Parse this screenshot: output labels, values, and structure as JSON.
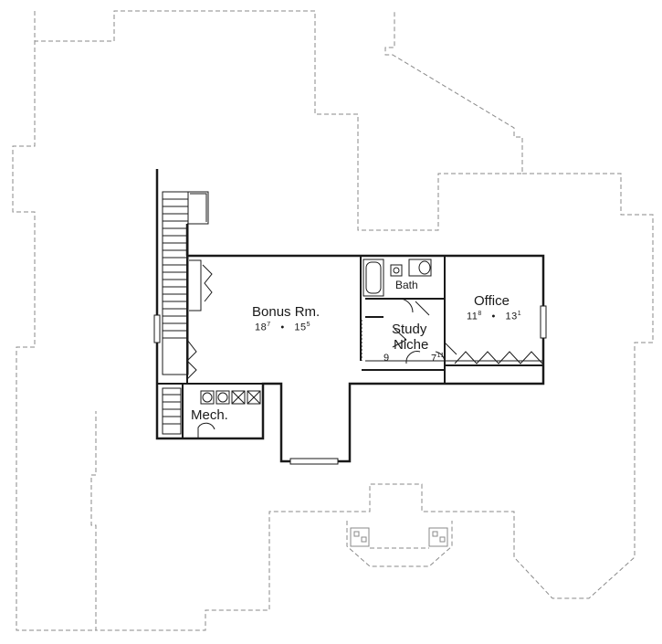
{
  "rooms": {
    "bonus": {
      "name": "Bonus Rm.",
      "w_ft": "18",
      "w_in": "7",
      "d_ft": "15",
      "d_in": "5"
    },
    "office": {
      "name": "Office",
      "w_ft": "11",
      "w_in": "8",
      "d_ft": "13",
      "d_in": "1"
    },
    "study": {
      "line1": "Study",
      "line2": "Niche",
      "w_ft": "9",
      "d_ft": "7",
      "d_in": "11"
    },
    "bath": {
      "name": "Bath"
    },
    "mech": {
      "name": "Mech."
    }
  },
  "separator": "•"
}
